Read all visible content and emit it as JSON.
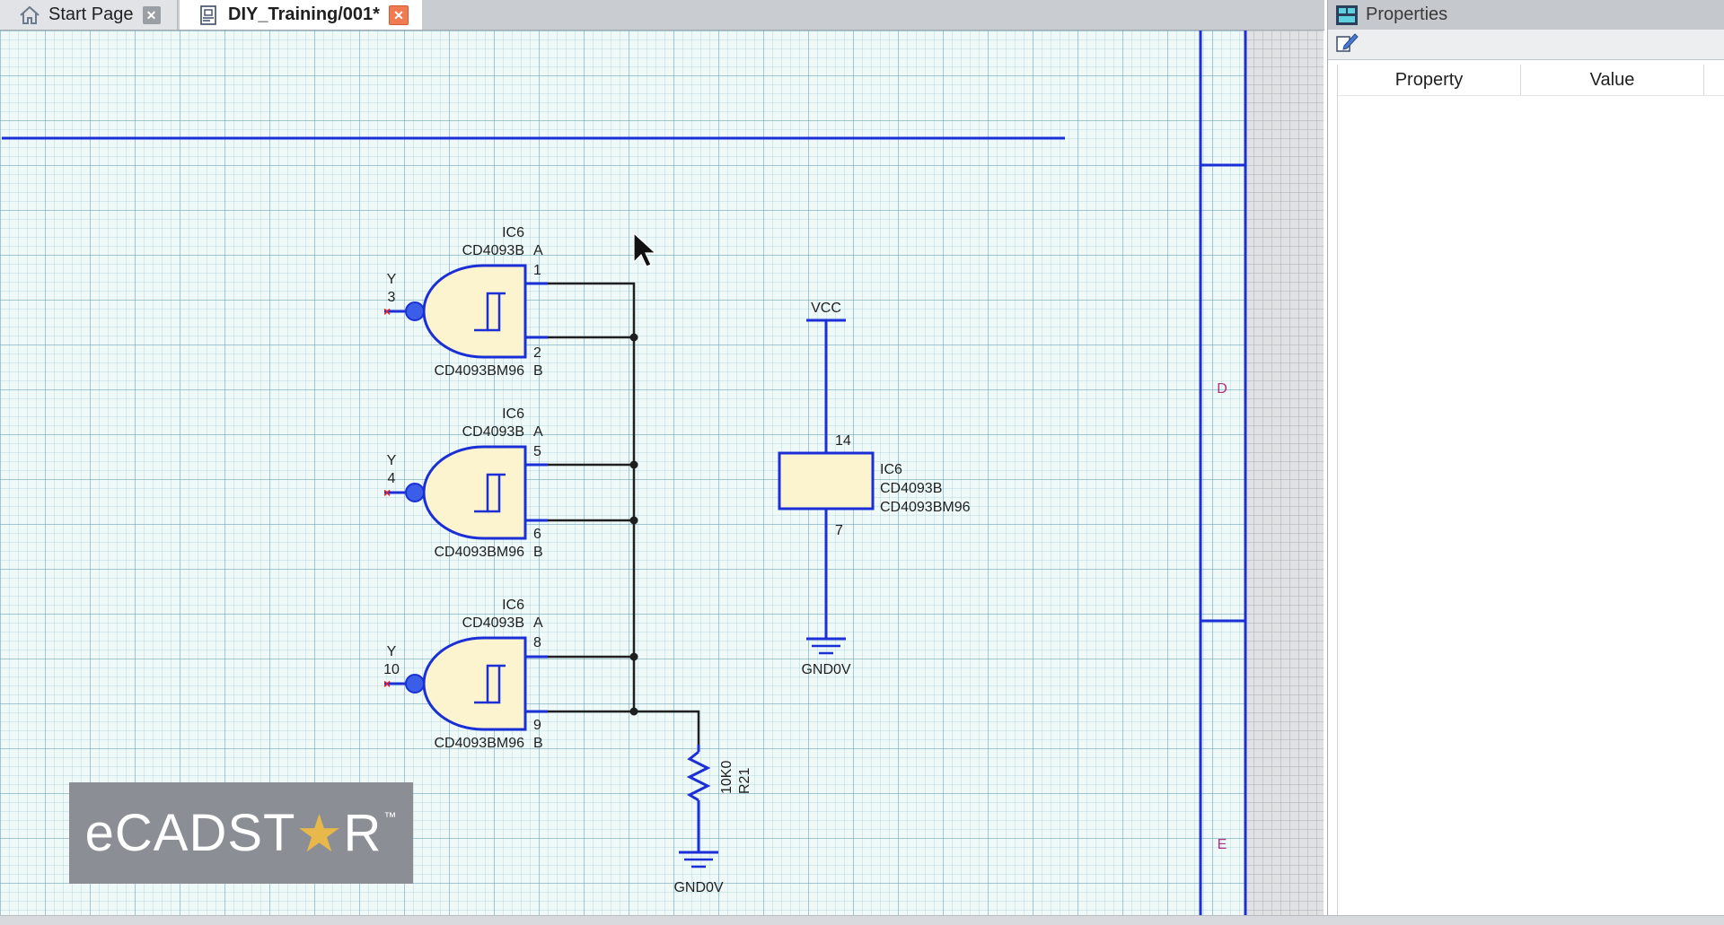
{
  "tabs": [
    {
      "label": "Start Page",
      "icon": "home-icon",
      "active": false
    },
    {
      "label": "DIY_Training/001*",
      "icon": "schematic-doc-icon",
      "active": true
    }
  ],
  "properties_panel": {
    "title": "Properties",
    "columns": [
      "Property",
      "Value"
    ]
  },
  "logo": {
    "text_pre": "eCADST",
    "text_star": "★",
    "text_post": "R",
    "tm": "™"
  },
  "schematic": {
    "zone_labels": [
      "D",
      "E"
    ],
    "gates": [
      {
        "ref": "IC6",
        "value": "CD4093B",
        "unit": "A",
        "pin_in1": "1",
        "pin_in2": "2",
        "unit_b": "B",
        "part": "CD4093BM96",
        "out_label": "Y",
        "out_pin": "3"
      },
      {
        "ref": "IC6",
        "value": "CD4093B",
        "unit": "A",
        "pin_in1": "5",
        "pin_in2": "6",
        "unit_b": "B",
        "part": "CD4093BM96",
        "out_label": "Y",
        "out_pin": "4"
      },
      {
        "ref": "IC6",
        "value": "CD4093B",
        "unit": "A",
        "pin_in1": "8",
        "pin_in2": "9",
        "unit_b": "B",
        "part": "CD4093BM96",
        "out_label": "Y",
        "out_pin": "10"
      }
    ],
    "power_unit": {
      "net_top": "VCC",
      "pin_top": "14",
      "pin_bottom": "7",
      "ref": "IC6",
      "value": "CD4093B",
      "part": "CD4093BM96",
      "net_bottom": "GND0V"
    },
    "resistor": {
      "value": "10K0",
      "ref": "R21",
      "net_bottom": "GND0V"
    }
  },
  "colors": {
    "wire": "#1f1f1f",
    "symbol": "#1a2fd6",
    "fill": "#fcf3cf",
    "zone": "#b03080",
    "frame": "#1a2fd6"
  }
}
